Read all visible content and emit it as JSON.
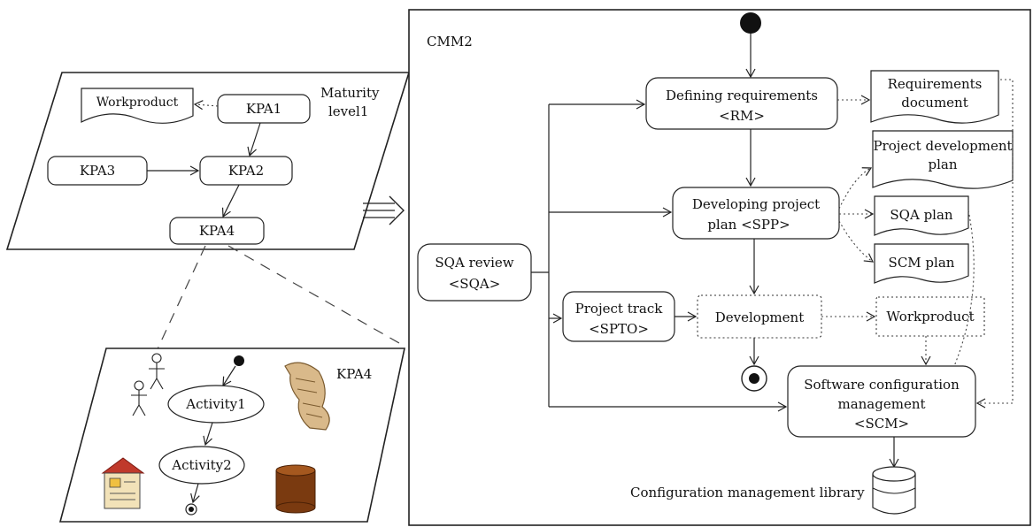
{
  "maturity": {
    "title_line1": "Maturity",
    "title_line2": "level1",
    "workproduct": "Workproduct",
    "kpa1": "KPA1",
    "kpa2": "KPA2",
    "kpa3": "KPA3",
    "kpa4": "KPA4"
  },
  "kpa4_panel": {
    "title": "KPA4",
    "activity1": "Activity1",
    "activity2": "Activity2"
  },
  "cmm2": {
    "title": "CMM2",
    "defining_line1": "Defining requirements",
    "defining_line2": "<RM>",
    "req_doc_line1": "Requirements",
    "req_doc_line2": "document",
    "proj_dev_plan_line1": "Project development",
    "proj_dev_plan_line2": "plan",
    "dev_plan_line1": "Developing project",
    "dev_plan_line2": "plan   <SPP>",
    "sqa_plan": "SQA plan",
    "scm_plan": "SCM plan",
    "sqa_review_line1": "SQA review",
    "sqa_review_line2": "<SQA>",
    "track_line1": "Project track",
    "track_line2": "<SPTO>",
    "development": "Development",
    "workproduct": "Workproduct",
    "scm_line1": "Software configuration",
    "scm_line2": "management",
    "scm_line3": "<SCM>",
    "library": "Configuration management library"
  }
}
